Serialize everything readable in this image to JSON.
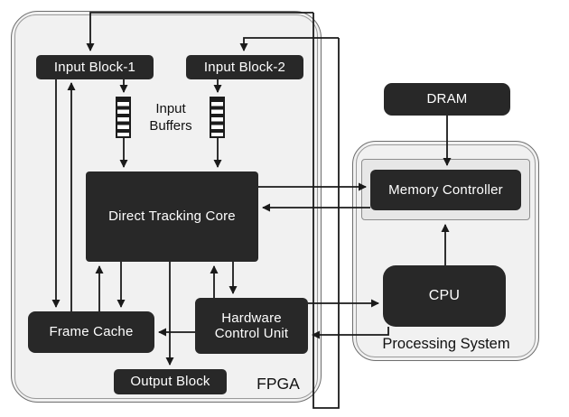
{
  "fpga": {
    "label": "FPGA",
    "input_block_1": "Input Block-1",
    "input_block_2": "Input Block-2",
    "input_buffers": "Input Buffers",
    "direct_tracking_core": "Direct Tracking Core",
    "frame_cache": "Frame Cache",
    "hardware_control_unit": "Hardware Control Unit",
    "output_block": "Output Block"
  },
  "processing_system": {
    "label": "Processing System",
    "memory_controller": "Memory Controller",
    "cpu": "CPU"
  },
  "dram": {
    "label": "DRAM"
  },
  "colors": {
    "block_fill": "#282828",
    "block_text": "#ffffff",
    "container_fill": "#f1f1f1",
    "wire": "#1a1a1a"
  }
}
